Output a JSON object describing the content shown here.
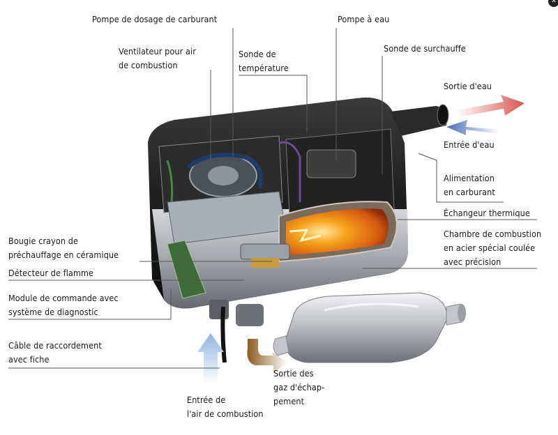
{
  "labels": {
    "pompe_dosage": "Pompe de dosage de carburant",
    "ventilateur": "Ventilateur pour air\nde combustion",
    "sonde_temp": "Sonde de\ntempérature",
    "pompe_eau": "Pompe à eau",
    "sonde_surchauffe": "Sonde de surchauffe",
    "sortie_eau": "Sortie d'eau",
    "entree_eau": "Entrée d'eau",
    "alimentation": "Alimentation\nen carburant",
    "echangeur": "Échangeur thermique",
    "chambre": "Chambre de combustion\nen acier spécial coulée\navec précision",
    "bougie": "Bougie crayon de\npréchauffage en céramique",
    "detecteur": "Détecteur de flamme",
    "module": "Module de commande avec\nsystème de diagnostic",
    "cable": "Câble de raccordement\navec fiche",
    "entree_air": "Entrée de\nl'air de combustion",
    "sortie_gaz": "Sortie des\ngaz d'échap-\npement"
  },
  "colors": {
    "water_out_arrow": "#d9534f",
    "water_in_arrow": "#4a6fb8",
    "air_in_arrow": "#8fb4e0",
    "exhaust_arrow": "#8a5a1c",
    "flame": "#f08a1c"
  },
  "icons": {
    "close": "close-icon"
  }
}
